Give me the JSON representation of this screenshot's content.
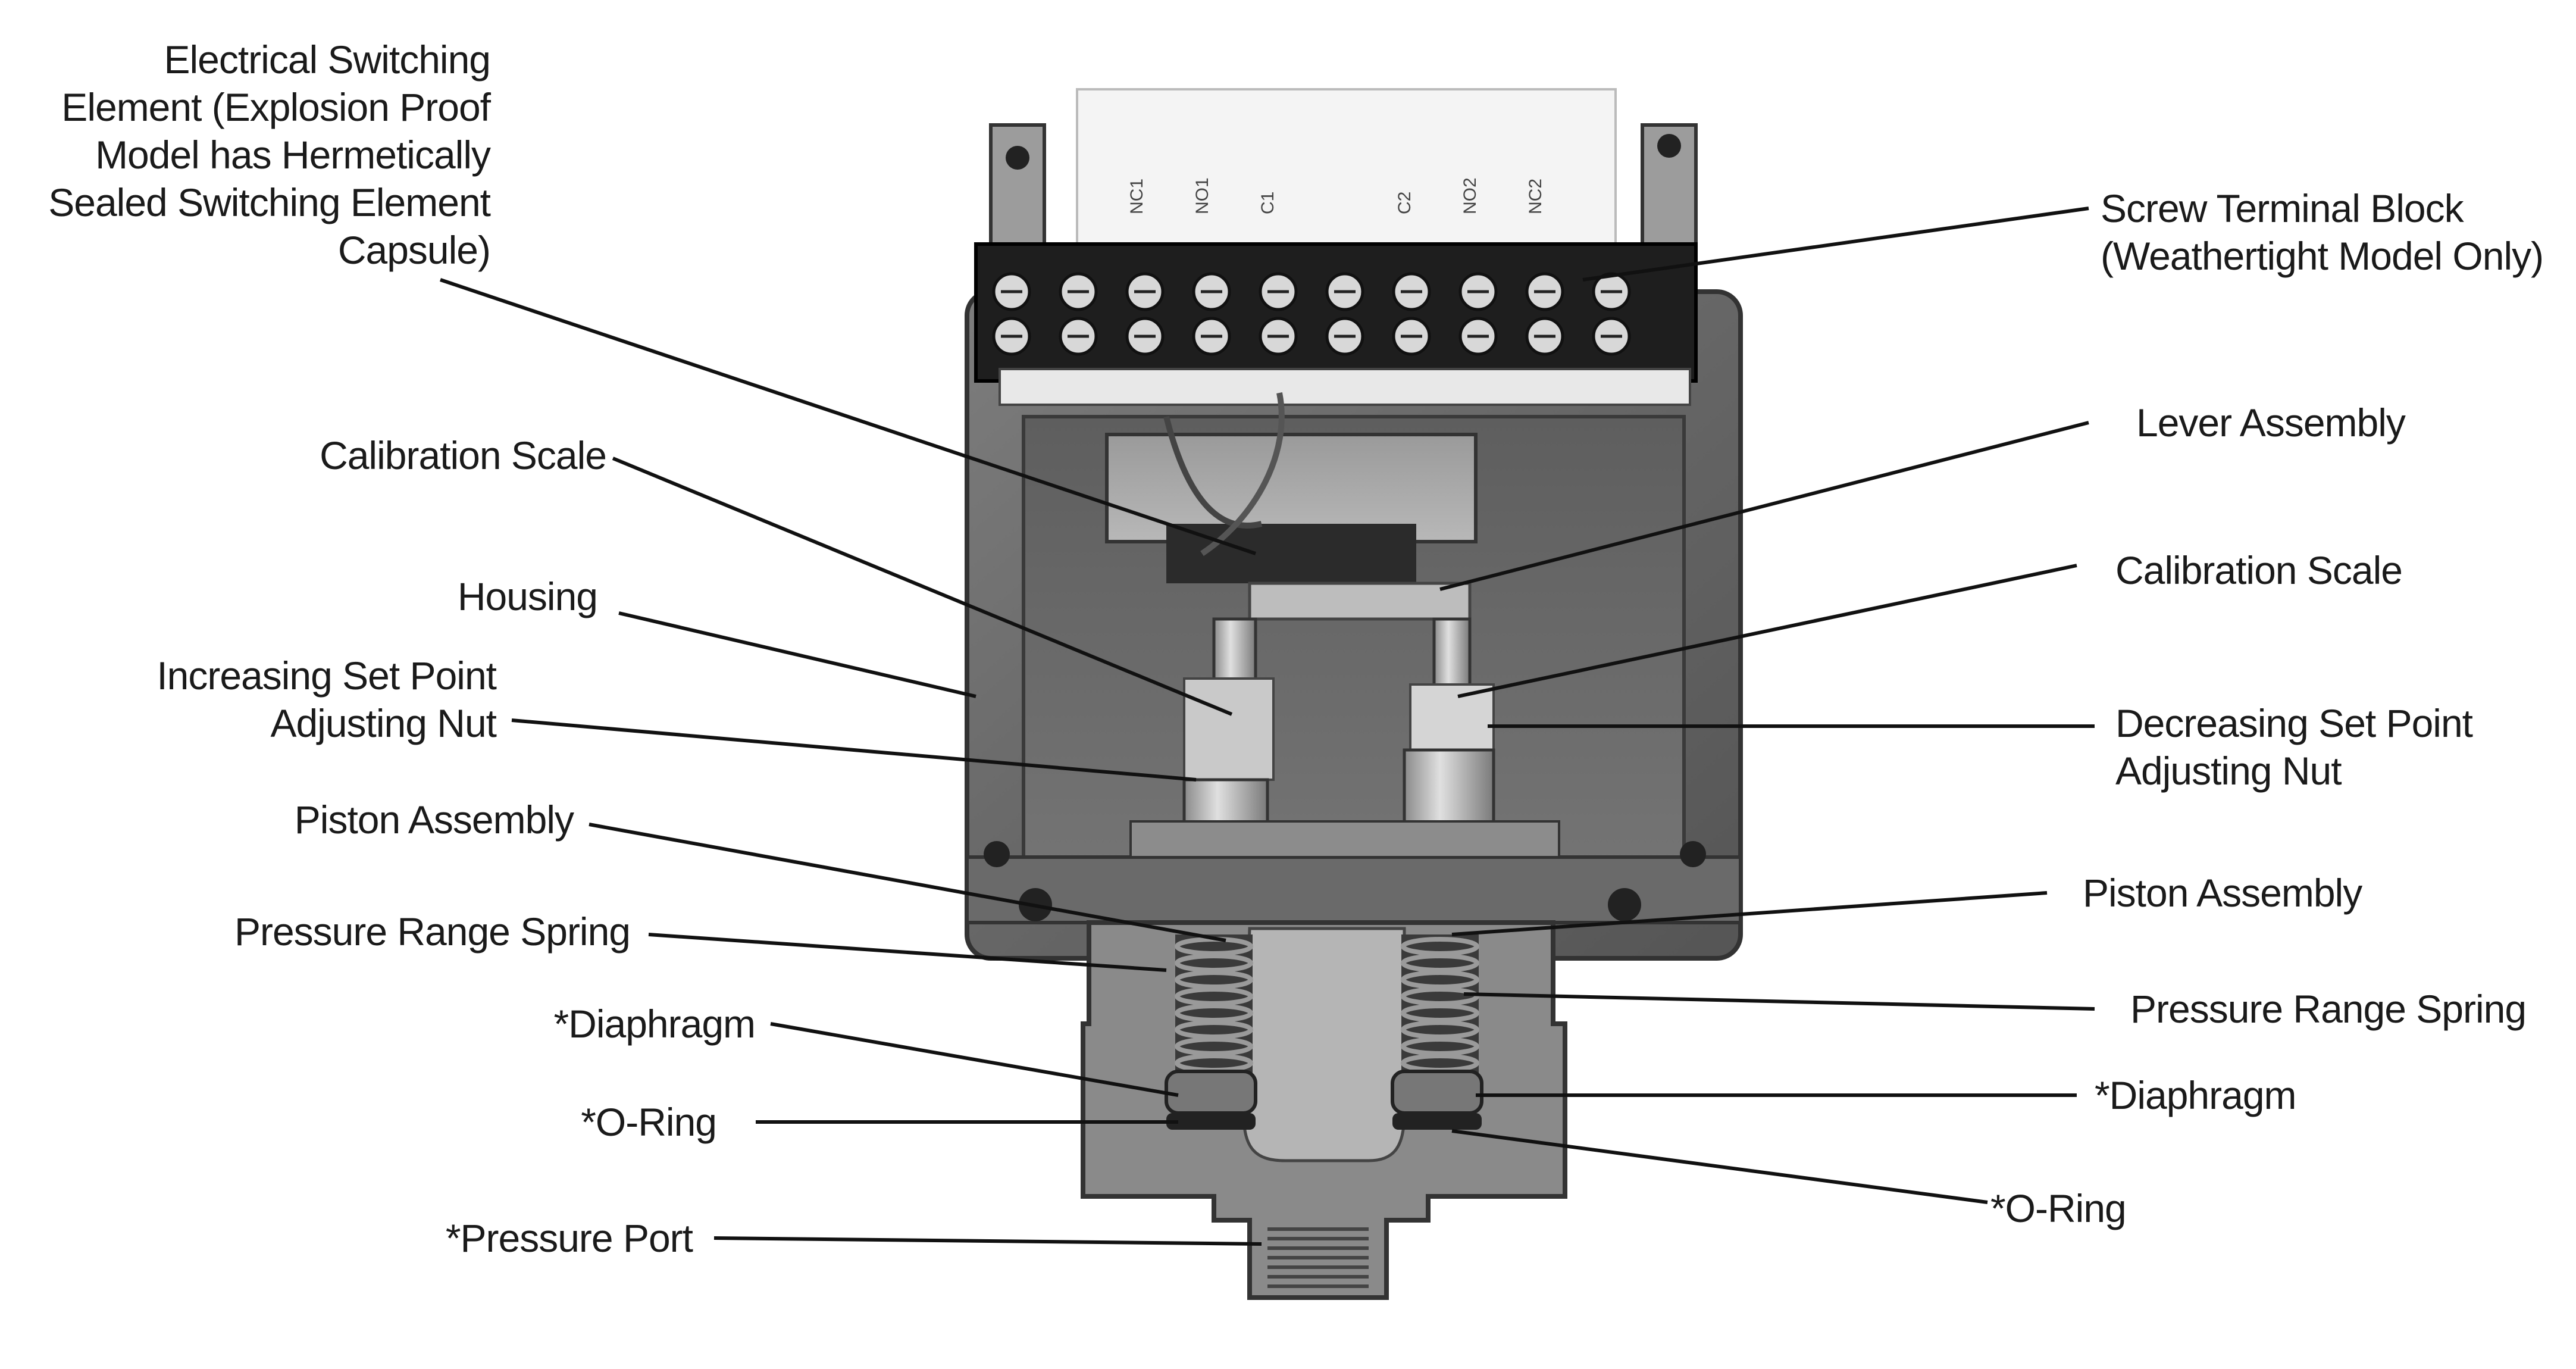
{
  "labels": {
    "electrical_switching_element": "Electrical Switching\nElement (Explosion Proof\nModel has Hermetically\nSealed Switching Element\nCapsule)",
    "calibration_scale_left": "Calibration Scale",
    "housing": "Housing",
    "increasing_set_point": "Increasing Set Point\nAdjusting Nut",
    "piston_assembly_left": "Piston Assembly",
    "pressure_range_spring_left": "Pressure Range Spring",
    "diaphragm_left": "*Diaphragm",
    "o_ring_left": "*O-Ring",
    "pressure_port": "*Pressure Port",
    "screw_terminal_block": "Screw Terminal Block\n(Weathertight Model Only)",
    "lever_assembly": "Lever Assembly",
    "calibration_scale_right": "Calibration Scale",
    "decreasing_set_point": "Decreasing Set Point\nAdjusting Nut",
    "piston_assembly_right": "Piston Assembly",
    "pressure_range_spring_right": "Pressure Range Spring",
    "diaphragm_right": "*Diaphragm",
    "o_ring_right": "*O-Ring"
  },
  "terminal_labels": [
    "NC1",
    "NO1",
    "C1",
    "C2",
    "NO2",
    "NC2"
  ],
  "colors": {
    "housing": "#6f6f6f",
    "housing_dark": "#4a4a4a",
    "metal_light": "#c8c8c8",
    "terminal_block": "#1e1e1e",
    "capsule_white": "#f2f2f2",
    "text": "#1a1a1a"
  }
}
